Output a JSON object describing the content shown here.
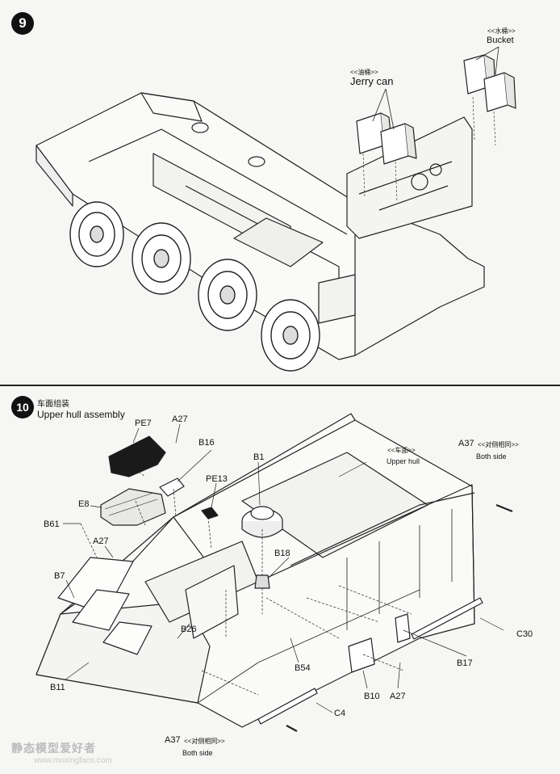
{
  "step9": {
    "number": "9",
    "labels": {
      "jerry_can_cn": "<<油桶>>",
      "jerry_can": "Jerry can",
      "bucket_cn": "<<水桶>>",
      "bucket": "Bucket"
    }
  },
  "step10": {
    "number": "10",
    "title_cn": "车面组装",
    "title_en": "Upper hull assembly",
    "labels": {
      "pe7": "PE7",
      "a27_top": "A27",
      "b16": "B16",
      "pe13": "PE13",
      "b1": "B1",
      "upper_hull_cn": "<<车面>>",
      "upper_hull": "Upper hull",
      "a37_right": "A37",
      "a37_right_cn": "<<对侧相同>>",
      "both_side_right": "Both side",
      "e8": "E8",
      "b61": "B61",
      "a27_left": "A27",
      "b18": "B18",
      "b7": "B7",
      "b26": "B26",
      "c30": "C30",
      "b17": "B17",
      "b54": "B54",
      "b11": "B11",
      "b10": "B10",
      "a27_bottom": "A27",
      "c4": "C4",
      "a37_bottom": "A37",
      "a37_bottom_cn": "<<对侧相同>>",
      "both_side_bottom": "Both side"
    }
  },
  "watermark": {
    "text": "静态模型爱好者",
    "url": "www.moxingfans.com"
  }
}
